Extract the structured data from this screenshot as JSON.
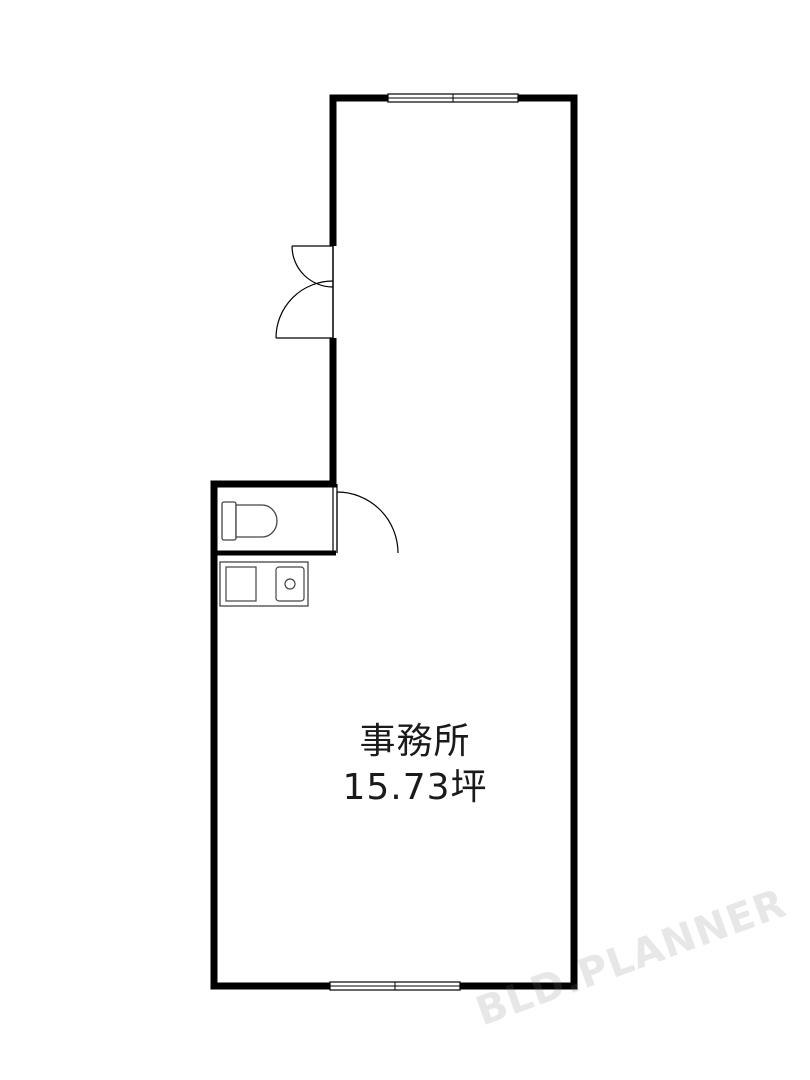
{
  "room": {
    "name": "事務所",
    "area": "15.73坪"
  },
  "watermark": "BLD.PLANNER",
  "colors": {
    "wall": "#000000",
    "fixture": "#444444",
    "background": "#ffffff"
  }
}
